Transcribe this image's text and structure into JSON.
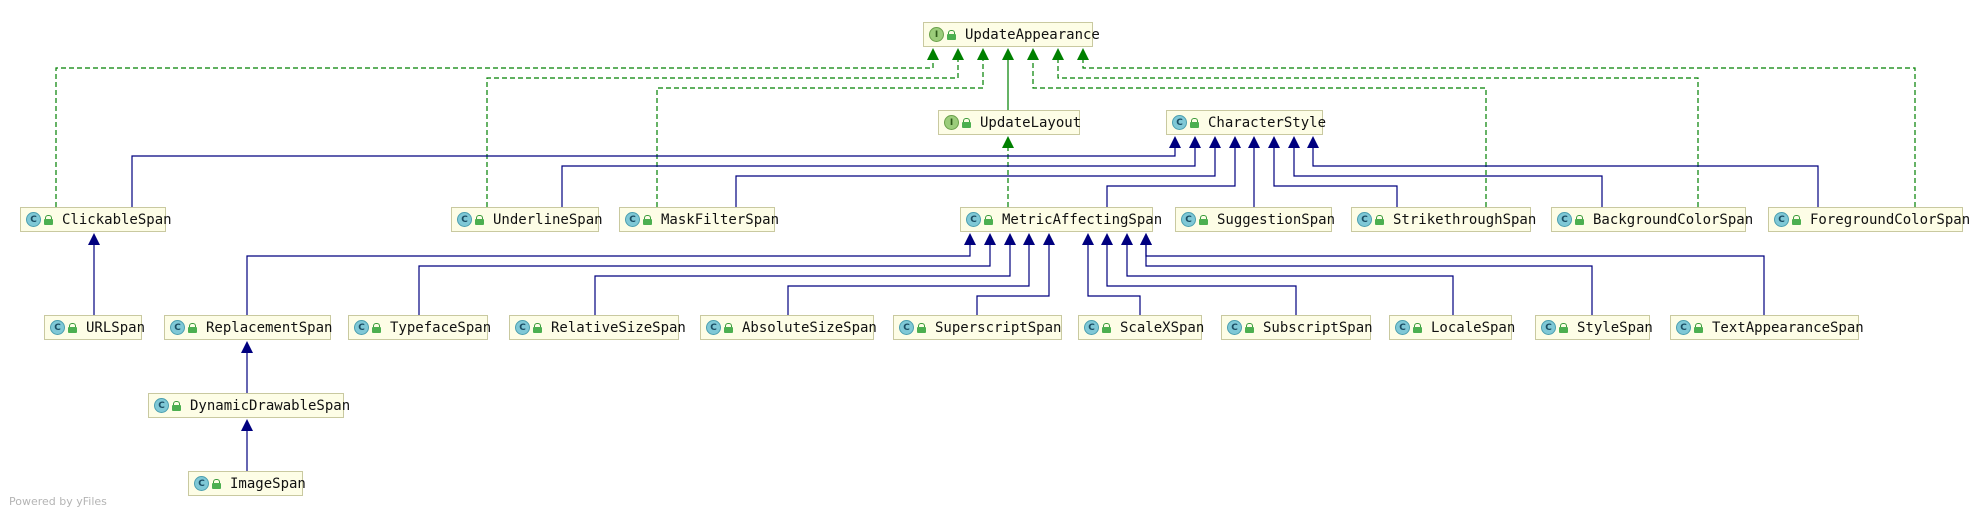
{
  "nodes": [
    {
      "id": "UpdateAppearance",
      "label": "UpdateAppearance",
      "kind": "I"
    },
    {
      "id": "UpdateLayout",
      "label": "UpdateLayout",
      "kind": "I"
    },
    {
      "id": "CharacterStyle",
      "label": "CharacterStyle",
      "kind": "C"
    },
    {
      "id": "ClickableSpan",
      "label": "ClickableSpan",
      "kind": "C"
    },
    {
      "id": "UnderlineSpan",
      "label": "UnderlineSpan",
      "kind": "C"
    },
    {
      "id": "MaskFilterSpan",
      "label": "MaskFilterSpan",
      "kind": "C"
    },
    {
      "id": "MetricAffectingSpan",
      "label": "MetricAffectingSpan",
      "kind": "C"
    },
    {
      "id": "SuggestionSpan",
      "label": "SuggestionSpan",
      "kind": "C"
    },
    {
      "id": "StrikethroughSpan",
      "label": "StrikethroughSpan",
      "kind": "C"
    },
    {
      "id": "BackgroundColorSpan",
      "label": "BackgroundColorSpan",
      "kind": "C"
    },
    {
      "id": "ForegroundColorSpan",
      "label": "ForegroundColorSpan",
      "kind": "C"
    },
    {
      "id": "URLSpan",
      "label": "URLSpan",
      "kind": "C"
    },
    {
      "id": "ReplacementSpan",
      "label": "ReplacementSpan",
      "kind": "C"
    },
    {
      "id": "TypefaceSpan",
      "label": "TypefaceSpan",
      "kind": "C"
    },
    {
      "id": "RelativeSizeSpan",
      "label": "RelativeSizeSpan",
      "kind": "C"
    },
    {
      "id": "AbsoluteSizeSpan",
      "label": "AbsoluteSizeSpan",
      "kind": "C"
    },
    {
      "id": "SuperscriptSpan",
      "label": "SuperscriptSpan",
      "kind": "C"
    },
    {
      "id": "ScaleXSpan",
      "label": "ScaleXSpan",
      "kind": "C"
    },
    {
      "id": "SubscriptSpan",
      "label": "SubscriptSpan",
      "kind": "C"
    },
    {
      "id": "LocaleSpan",
      "label": "LocaleSpan",
      "kind": "C"
    },
    {
      "id": "StyleSpan",
      "label": "StyleSpan",
      "kind": "C"
    },
    {
      "id": "TextAppearanceSpan",
      "label": "TextAppearanceSpan",
      "kind": "C"
    },
    {
      "id": "DynamicDrawableSpan",
      "label": "DynamicDrawableSpan",
      "kind": "C"
    },
    {
      "id": "ImageSpan",
      "label": "ImageSpan",
      "kind": "C"
    }
  ],
  "edges": [
    {
      "from": "ClickableSpan",
      "to": "UpdateAppearance",
      "type": "implements"
    },
    {
      "from": "UnderlineSpan",
      "to": "UpdateAppearance",
      "type": "implements"
    },
    {
      "from": "MaskFilterSpan",
      "to": "UpdateAppearance",
      "type": "implements"
    },
    {
      "from": "UpdateLayout",
      "to": "UpdateAppearance",
      "type": "extends-interface"
    },
    {
      "from": "StrikethroughSpan",
      "to": "UpdateAppearance",
      "type": "implements"
    },
    {
      "from": "BackgroundColorSpan",
      "to": "UpdateAppearance",
      "type": "implements"
    },
    {
      "from": "ForegroundColorSpan",
      "to": "UpdateAppearance",
      "type": "implements"
    },
    {
      "from": "MetricAffectingSpan",
      "to": "UpdateLayout",
      "type": "implements"
    },
    {
      "from": "ClickableSpan",
      "to": "CharacterStyle",
      "type": "extends"
    },
    {
      "from": "UnderlineSpan",
      "to": "CharacterStyle",
      "type": "extends"
    },
    {
      "from": "MaskFilterSpan",
      "to": "CharacterStyle",
      "type": "extends"
    },
    {
      "from": "MetricAffectingSpan",
      "to": "CharacterStyle",
      "type": "extends"
    },
    {
      "from": "SuggestionSpan",
      "to": "CharacterStyle",
      "type": "extends"
    },
    {
      "from": "StrikethroughSpan",
      "to": "CharacterStyle",
      "type": "extends"
    },
    {
      "from": "BackgroundColorSpan",
      "to": "CharacterStyle",
      "type": "extends"
    },
    {
      "from": "ForegroundColorSpan",
      "to": "CharacterStyle",
      "type": "extends"
    },
    {
      "from": "URLSpan",
      "to": "ClickableSpan",
      "type": "extends"
    },
    {
      "from": "ReplacementSpan",
      "to": "MetricAffectingSpan",
      "type": "extends"
    },
    {
      "from": "TypefaceSpan",
      "to": "MetricAffectingSpan",
      "type": "extends"
    },
    {
      "from": "RelativeSizeSpan",
      "to": "MetricAffectingSpan",
      "type": "extends"
    },
    {
      "from": "AbsoluteSizeSpan",
      "to": "MetricAffectingSpan",
      "type": "extends"
    },
    {
      "from": "SuperscriptSpan",
      "to": "MetricAffectingSpan",
      "type": "extends"
    },
    {
      "from": "ScaleXSpan",
      "to": "MetricAffectingSpan",
      "type": "extends"
    },
    {
      "from": "SubscriptSpan",
      "to": "MetricAffectingSpan",
      "type": "extends"
    },
    {
      "from": "LocaleSpan",
      "to": "MetricAffectingSpan",
      "type": "extends"
    },
    {
      "from": "StyleSpan",
      "to": "MetricAffectingSpan",
      "type": "extends"
    },
    {
      "from": "TextAppearanceSpan",
      "to": "MetricAffectingSpan",
      "type": "extends"
    },
    {
      "from": "DynamicDrawableSpan",
      "to": "ReplacementSpan",
      "type": "extends"
    },
    {
      "from": "ImageSpan",
      "to": "DynamicDrawableSpan",
      "type": "extends"
    }
  ],
  "colors": {
    "extends": "#00007f",
    "implements": "#008000",
    "node_fill": "#fdfde6",
    "node_border": "#c9c9a0"
  },
  "footer": "Powered by yFiles"
}
